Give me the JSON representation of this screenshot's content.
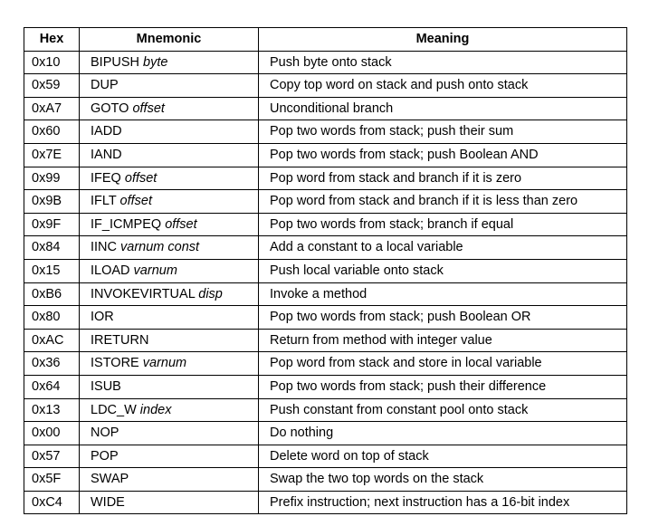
{
  "table": {
    "headers": {
      "hex": "Hex",
      "mnemonic": "Mnemonic",
      "meaning": "Meaning"
    },
    "rows": [
      {
        "hex": "0x10",
        "op": "BIPUSH",
        "args": "byte",
        "meaning": "Push byte onto stack"
      },
      {
        "hex": "0x59",
        "op": "DUP",
        "args": "",
        "meaning": "Copy top word on stack and push onto stack"
      },
      {
        "hex": "0xA7",
        "op": "GOTO",
        "args": "offset",
        "meaning": "Unconditional branch"
      },
      {
        "hex": "0x60",
        "op": "IADD",
        "args": "",
        "meaning": "Pop two words from stack; push their sum"
      },
      {
        "hex": "0x7E",
        "op": "IAND",
        "args": "",
        "meaning": "Pop two words from stack; push Boolean AND"
      },
      {
        "hex": "0x99",
        "op": "IFEQ",
        "args": "offset",
        "meaning": "Pop word from stack and branch if it is zero"
      },
      {
        "hex": "0x9B",
        "op": "IFLT",
        "args": "offset",
        "meaning": "Pop word from stack and branch if it is less than zero"
      },
      {
        "hex": "0x9F",
        "op": "IF_ICMPEQ",
        "args": "offset",
        "meaning": "Pop two words from stack; branch if equal"
      },
      {
        "hex": "0x84",
        "op": "IINC",
        "args": "varnum const",
        "meaning": "Add a constant to a local variable"
      },
      {
        "hex": "0x15",
        "op": "ILOAD",
        "args": "varnum",
        "meaning": "Push local variable onto stack"
      },
      {
        "hex": "0xB6",
        "op": "INVOKEVIRTUAL",
        "args": "disp",
        "meaning": "Invoke a method"
      },
      {
        "hex": "0x80",
        "op": "IOR",
        "args": "",
        "meaning": "Pop two words from stack; push Boolean OR"
      },
      {
        "hex": "0xAC",
        "op": "IRETURN",
        "args": "",
        "meaning": "Return from method with integer value"
      },
      {
        "hex": "0x36",
        "op": "ISTORE",
        "args": "varnum",
        "meaning": "Pop word from stack and store in local variable"
      },
      {
        "hex": "0x64",
        "op": "ISUB",
        "args": "",
        "meaning": "Pop two words from stack; push their difference"
      },
      {
        "hex": "0x13",
        "op": "LDC_W",
        "args": "index",
        "meaning": "Push constant from constant pool onto stack"
      },
      {
        "hex": "0x00",
        "op": "NOP",
        "args": "",
        "meaning": "Do nothing"
      },
      {
        "hex": "0x57",
        "op": "POP",
        "args": "",
        "meaning": "Delete word on top of stack"
      },
      {
        "hex": "0x5F",
        "op": "SWAP",
        "args": "",
        "meaning": "Swap the two top words on the stack"
      },
      {
        "hex": "0xC4",
        "op": "WIDE",
        "args": "",
        "meaning": "Prefix instruction; next instruction has a 16-bit index"
      }
    ]
  }
}
